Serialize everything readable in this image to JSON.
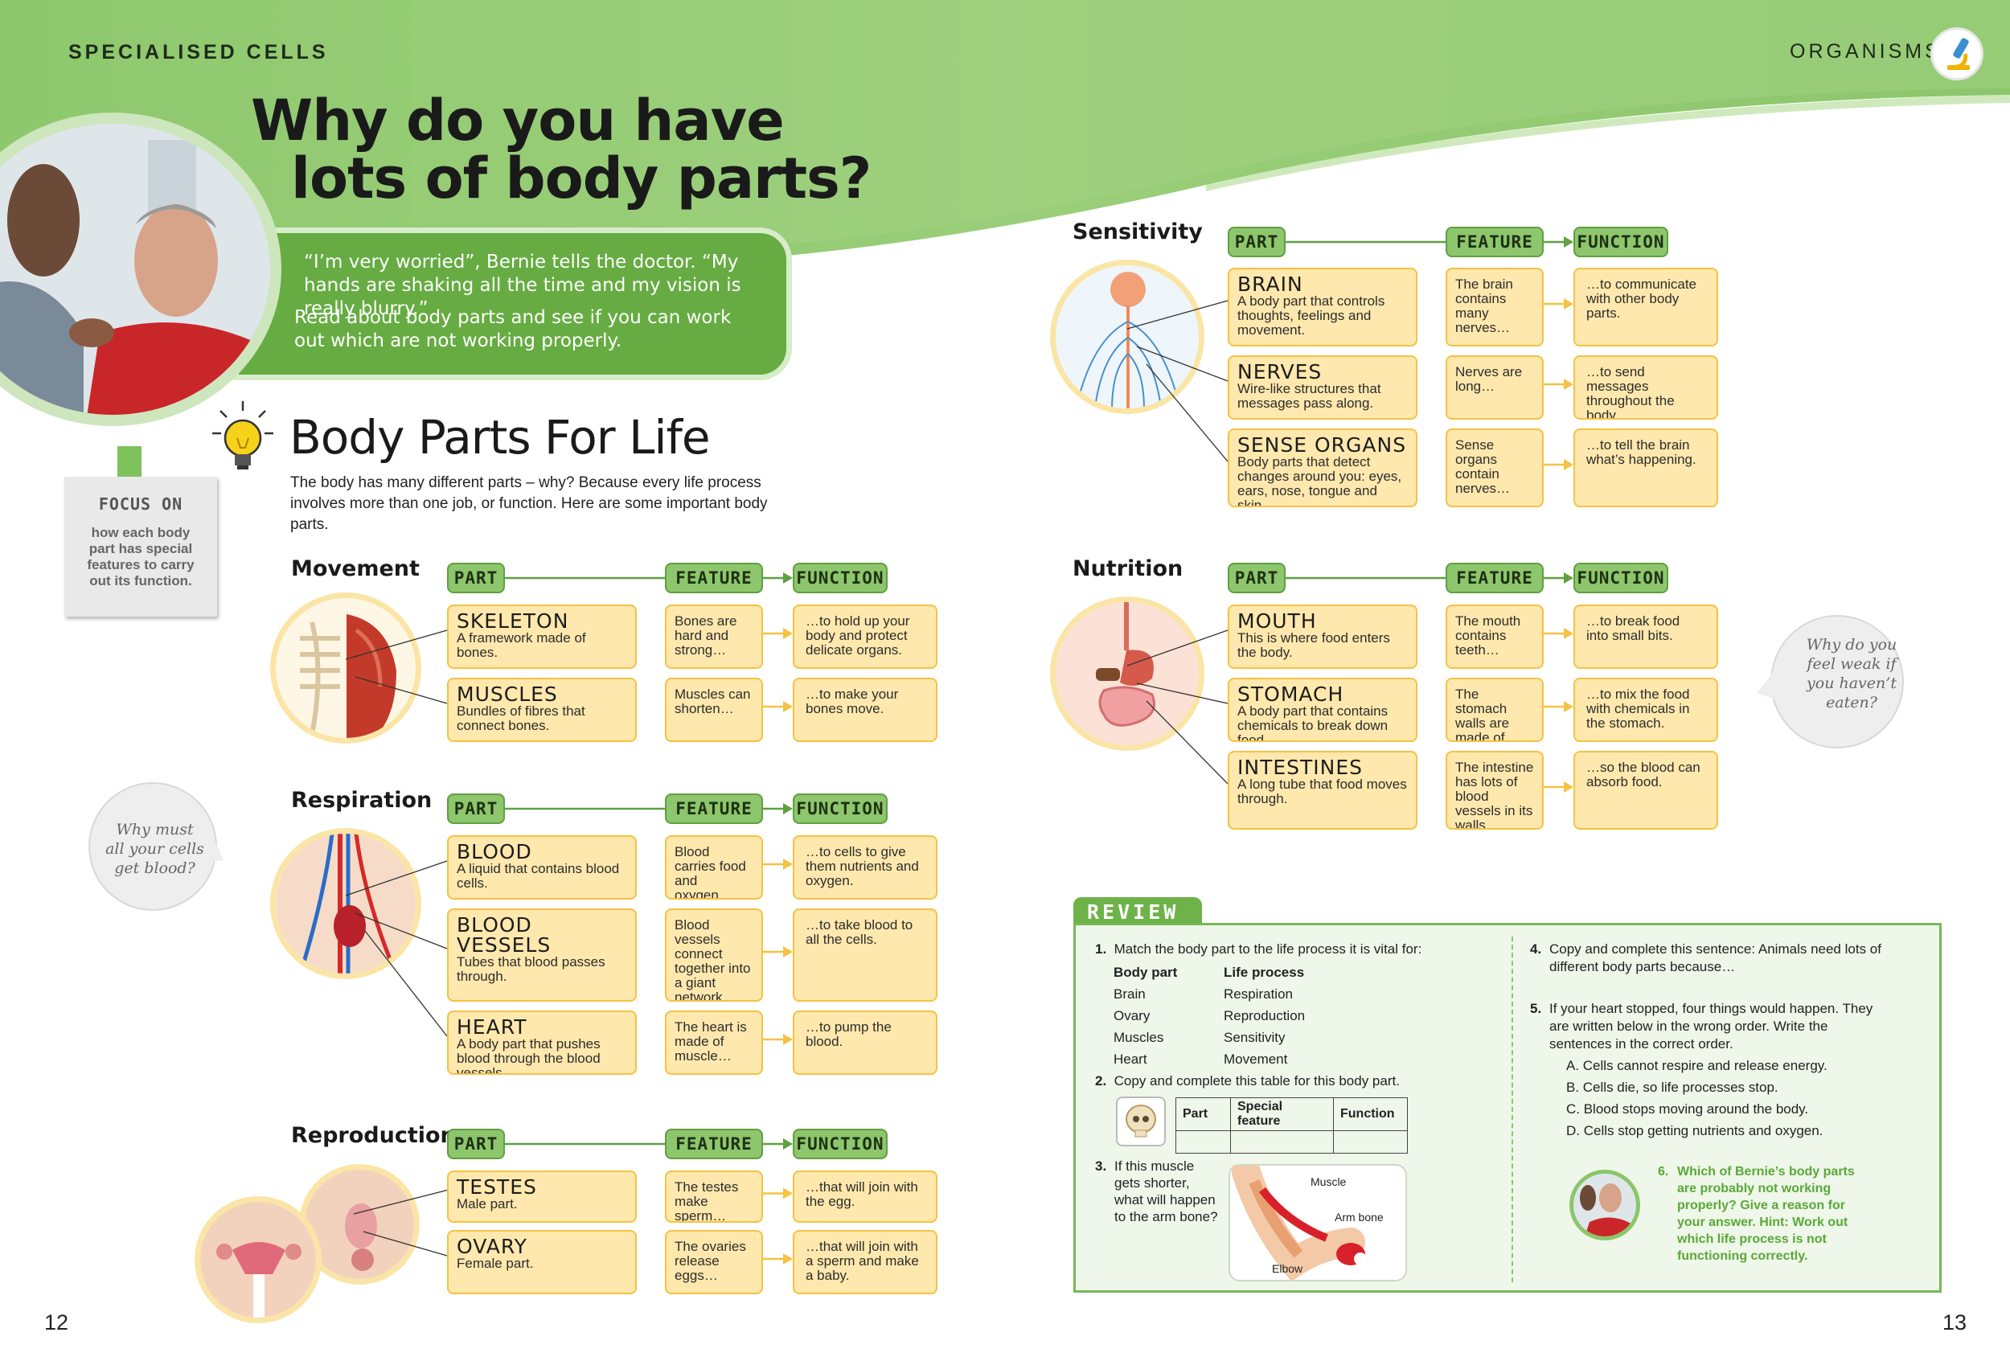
{
  "header": {
    "left": "SPECIALISED CELLS",
    "right": "ORGANISMS",
    "icon": "microscope-icon",
    "accent": "#8cc66b"
  },
  "title": {
    "line1": "Why do you have",
    "line2": "lots of body parts?"
  },
  "intro": {
    "quote": "“I’m very worried”, Bernie tells the doctor. “My hands are shaking all the time and my vision is really blurry.”",
    "prompt": "Read about body parts and see if you can work out which are not working properly."
  },
  "section": {
    "heading": "Body Parts For Life",
    "lead": "The body has many different parts – why? Because every life process involves more than one job, or function. Here are some important body parts."
  },
  "focus": {
    "title": "FOCUS ON",
    "text": "how each body part has special features to carry out its function."
  },
  "bubbles": {
    "left": "Why must all your cells get blood?",
    "right": "Why do you feel weak if you haven’t eaten?"
  },
  "labels": {
    "part": "PART",
    "feature": "FEATURE",
    "function": "FUNCTION"
  },
  "processes": {
    "movement": {
      "title": "Movement",
      "rows": [
        {
          "name": "SKELETON",
          "desc": "A framework made of bones.",
          "feature": "Bones are hard and strong…",
          "function": "…to hold up your body and protect delicate organs."
        },
        {
          "name": "MUSCLES",
          "desc": "Bundles of fibres that connect bones.",
          "feature": "Muscles can shorten…",
          "function": "…to make your bones move."
        }
      ]
    },
    "respiration": {
      "title": "Respiration",
      "rows": [
        {
          "name": "BLOOD",
          "desc": "A liquid that contains blood cells.",
          "feature": "Blood carries food and oxygen…",
          "function": "…to cells to give them nutrients and oxygen."
        },
        {
          "name": "BLOOD VESSELS",
          "desc": "Tubes that blood passes through.",
          "feature": "Blood vessels connect together into a giant network…",
          "function": "…to take blood to all the cells."
        },
        {
          "name": "HEART",
          "desc": "A body part that pushes blood through the blood vessels.",
          "feature": "The heart is made of muscle…",
          "function": "…to pump the blood."
        }
      ]
    },
    "reproduction": {
      "title": "Reproduction",
      "rows": [
        {
          "name": "TESTES",
          "desc": "Male part.",
          "feature": "The testes make sperm…",
          "function": "…that will join with the egg."
        },
        {
          "name": "OVARY",
          "desc": "Female part.",
          "feature": "The ovaries release eggs…",
          "function": "…that will join with a sperm and make a baby."
        }
      ]
    },
    "sensitivity": {
      "title": "Sensitivity",
      "rows": [
        {
          "name": "BRAIN",
          "desc": "A body part that controls thoughts, feelings and movement.",
          "feature": "The brain contains many nerves…",
          "function": "…to communicate with other body parts."
        },
        {
          "name": "NERVES",
          "desc": "Wire-like structures that messages pass along.",
          "feature": "Nerves are long…",
          "function": "…to send messages throughout the body."
        },
        {
          "name": "SENSE ORGANS",
          "desc": "Body parts that detect changes around you: eyes, ears, nose, tongue and skin.",
          "feature": "Sense organs contain nerves…",
          "function": "…to tell the brain what’s happening."
        }
      ]
    },
    "nutrition": {
      "title": "Nutrition",
      "rows": [
        {
          "name": "MOUTH",
          "desc": "This is where food enters the body.",
          "feature": "The mouth contains teeth…",
          "function": "…to break food into small bits."
        },
        {
          "name": "STOMACH",
          "desc": "A body part that contains chemicals to break down food.",
          "feature": "The stomach walls are made of muscle…",
          "function": "…to mix the food with chemicals in the stomach."
        },
        {
          "name": "INTESTINES",
          "desc": "A long tube that food moves through.",
          "feature": "The intestine has lots of blood vessels in its walls…",
          "function": "…so the blood can absorb food."
        }
      ]
    }
  },
  "review": {
    "title": "REVIEW",
    "q1": {
      "num": "1.",
      "text": "Match the body part to the life process it is vital for:",
      "col1": "Body part",
      "col2": "Life process",
      "parts": [
        "Brain",
        "Ovary",
        "Muscles",
        "Heart"
      ],
      "processes": [
        "Respiration",
        "Reproduction",
        "Sensitivity",
        "Movement"
      ]
    },
    "q2": {
      "num": "2.",
      "text": "Copy and complete this table for this body part.",
      "headers": [
        "Part",
        "Special feature",
        "Function"
      ]
    },
    "q3": {
      "num": "3.",
      "text": "If this muscle gets shorter, what will happen to the arm bone?",
      "labels": [
        "Muscle",
        "Arm bone",
        "Elbow"
      ]
    },
    "q4": {
      "num": "4.",
      "text": "Copy and complete this sentence: Animals need lots of different body parts because…"
    },
    "q5": {
      "num": "5.",
      "text": "If your heart stopped, four things would happen. They are written below in the wrong order. Write the sentences in the correct order.",
      "items": [
        "A. Cells cannot respire and release energy.",
        "B. Cells die, so life processes stop.",
        "C. Blood stops moving around the body.",
        "D. Cells stop getting nutrients and oxygen."
      ]
    },
    "q6": {
      "num": "6.",
      "text": "Which of Bernie’s body parts are probably not working properly? Give a reason for your answer. Hint: Work out which life process is not functioning correctly."
    }
  },
  "pages": {
    "left": "12",
    "right": "13"
  }
}
